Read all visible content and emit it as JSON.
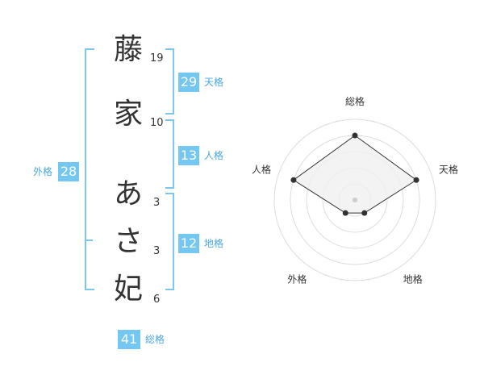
{
  "name": {
    "characters": [
      {
        "char": "藤",
        "strokes": "19"
      },
      {
        "char": "家",
        "strokes": "10"
      },
      {
        "char": "あ",
        "strokes": "3"
      },
      {
        "char": "さ",
        "strokes": "3"
      },
      {
        "char": "妃",
        "strokes": "6"
      }
    ]
  },
  "fortune": {
    "tenkaku": {
      "label": "天格",
      "value": "29"
    },
    "jinkaku": {
      "label": "人格",
      "value": "13"
    },
    "chikaku": {
      "label": "地格",
      "value": "12"
    },
    "gaikaku": {
      "label": "外格",
      "value": "28"
    },
    "soukaku": {
      "label": "総格",
      "value": "41"
    }
  },
  "chart_data": {
    "type": "radar",
    "axes": [
      "総格",
      "天格",
      "地格",
      "外格",
      "人格"
    ],
    "values": [
      4,
      4,
      1,
      1,
      4
    ],
    "max": 5,
    "rings": 5
  },
  "colors": {
    "accent": "#74c7f1",
    "bracket": "#7cc6f3",
    "radar_fill": "#f0f0f0",
    "radar_stroke": "#333333"
  }
}
